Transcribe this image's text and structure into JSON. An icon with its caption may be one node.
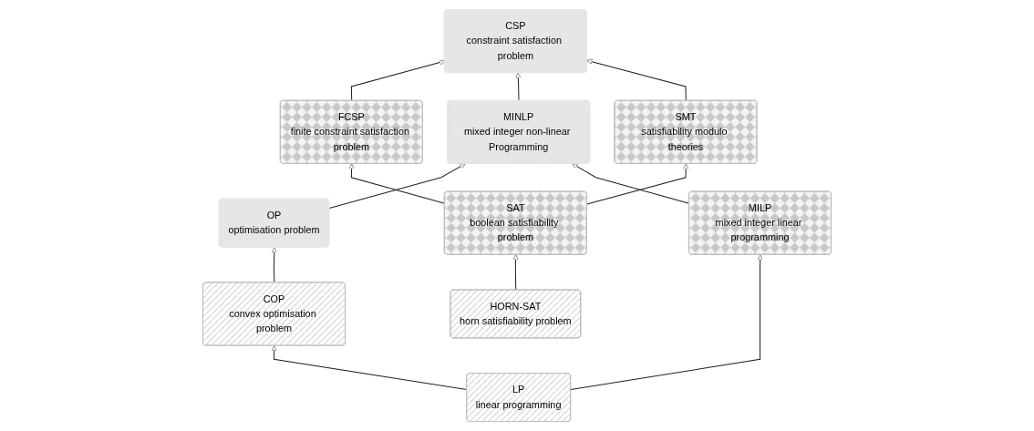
{
  "diagram": {
    "nodes": [
      {
        "text": [
          "CSP",
          "constraint satisfaction problem"
        ]
      },
      {
        "text": [
          "FCSP",
          "finite constraint satisfaction problem"
        ]
      },
      {
        "text": [
          "MINLP",
          "mixed integer non-linear Programming"
        ]
      },
      {
        "text": [
          "OP",
          "optimisation problem"
        ]
      },
      {
        "text": [
          "SMT",
          "satisfiability modulo theories"
        ]
      },
      {
        "text": [
          "SAT",
          "boolean satisfiability problem"
        ]
      },
      {
        "text": [
          "COP",
          "convex optimisation problem"
        ]
      },
      {
        "text": [
          "HORN-SAT",
          "horn satisfiability problem"
        ]
      },
      {
        "text": [
          "MILP",
          "mixed integer linear programming"
        ]
      },
      {
        "text": [
          "LP",
          "linear programming"
        ]
      }
    ],
    "edges": [
      {
        "from": 1,
        "to": 0,
        "arrow": "to"
      },
      {
        "from": 2,
        "to": 0,
        "arrow": "to"
      },
      {
        "from": 4,
        "to": 0,
        "arrow": "to"
      },
      {
        "from": 3,
        "to": 2,
        "arrow": "to"
      },
      {
        "from": 5,
        "to": 1,
        "arrow": "to"
      },
      {
        "from": 5,
        "to": 4,
        "arrow": "to"
      },
      {
        "from": 6,
        "to": 3,
        "arrow": "to"
      },
      {
        "from": 7,
        "to": 5,
        "arrow": "to"
      },
      {
        "from": 8,
        "to": 2,
        "arrow": "to"
      },
      {
        "from": 9,
        "to": 8,
        "arrow": "to"
      },
      {
        "from": 9,
        "to": 6,
        "arrow": "to"
      }
    ]
  }
}
